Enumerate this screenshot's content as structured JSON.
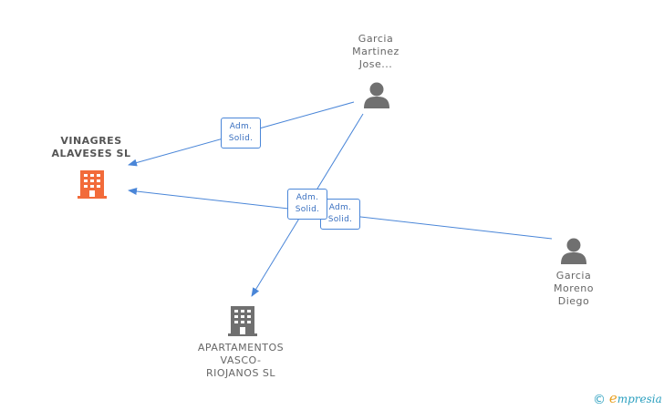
{
  "nodes": {
    "vinagres": {
      "line1": "VINAGRES",
      "line2": "ALAVESES  SL",
      "color": "#f26b3a"
    },
    "apartamentos": {
      "line1": "APARTAMENTOS",
      "line2": "VASCO-",
      "line3": "RIOJANOS SL",
      "color": "#666666"
    },
    "garcia_martinez": {
      "line1": "Garcia",
      "line2": "Martinez",
      "line3": "Jose..."
    },
    "garcia_moreno": {
      "line1": "Garcia",
      "line2": "Moreno",
      "line3": "Diego"
    }
  },
  "edges": [
    {
      "from": "garcia_martinez",
      "to": "vinagres",
      "label1": "Adm.",
      "label2": "Solid."
    },
    {
      "from": "garcia_martinez",
      "to": "apartamentos",
      "label1": "Adm.",
      "label2": "Solid."
    },
    {
      "from": "garcia_moreno",
      "to": "vinagres",
      "label1": "Adm.",
      "label2": "Solid."
    }
  ],
  "colors": {
    "edge": "#4a86d8",
    "person": "#707070"
  },
  "footer": {
    "copyright": "©",
    "brand_initial": "e",
    "brand_rest": "mpresia"
  }
}
